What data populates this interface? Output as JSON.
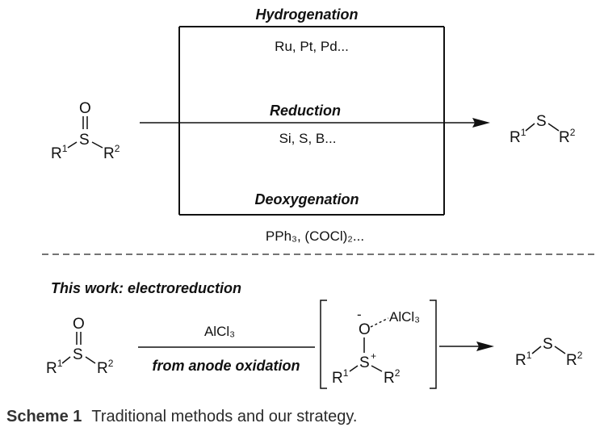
{
  "top": {
    "hydrogenation": {
      "title": "Hydrogenation",
      "reagents": "Ru, Pt, Pd..."
    },
    "reduction": {
      "title": "Reduction",
      "reagents": "Si, S, B..."
    },
    "deoxygenation": {
      "title": "Deoxygenation",
      "reagents": "PPh₃, (COCl)₂..."
    }
  },
  "bottom": {
    "title": "This work: electroreduction",
    "reagent": "AlCl₃",
    "condition": "from anode oxidation",
    "intermediate_lewis_acid": "AlCl₃"
  },
  "atoms": {
    "sulfur": "S",
    "oxygen": "O",
    "r": "R",
    "sup1": "1",
    "sup2": "2",
    "minus": "-",
    "plus": "+"
  },
  "caption": {
    "number": "Scheme 1",
    "text": "Traditional methods and our strategy."
  }
}
